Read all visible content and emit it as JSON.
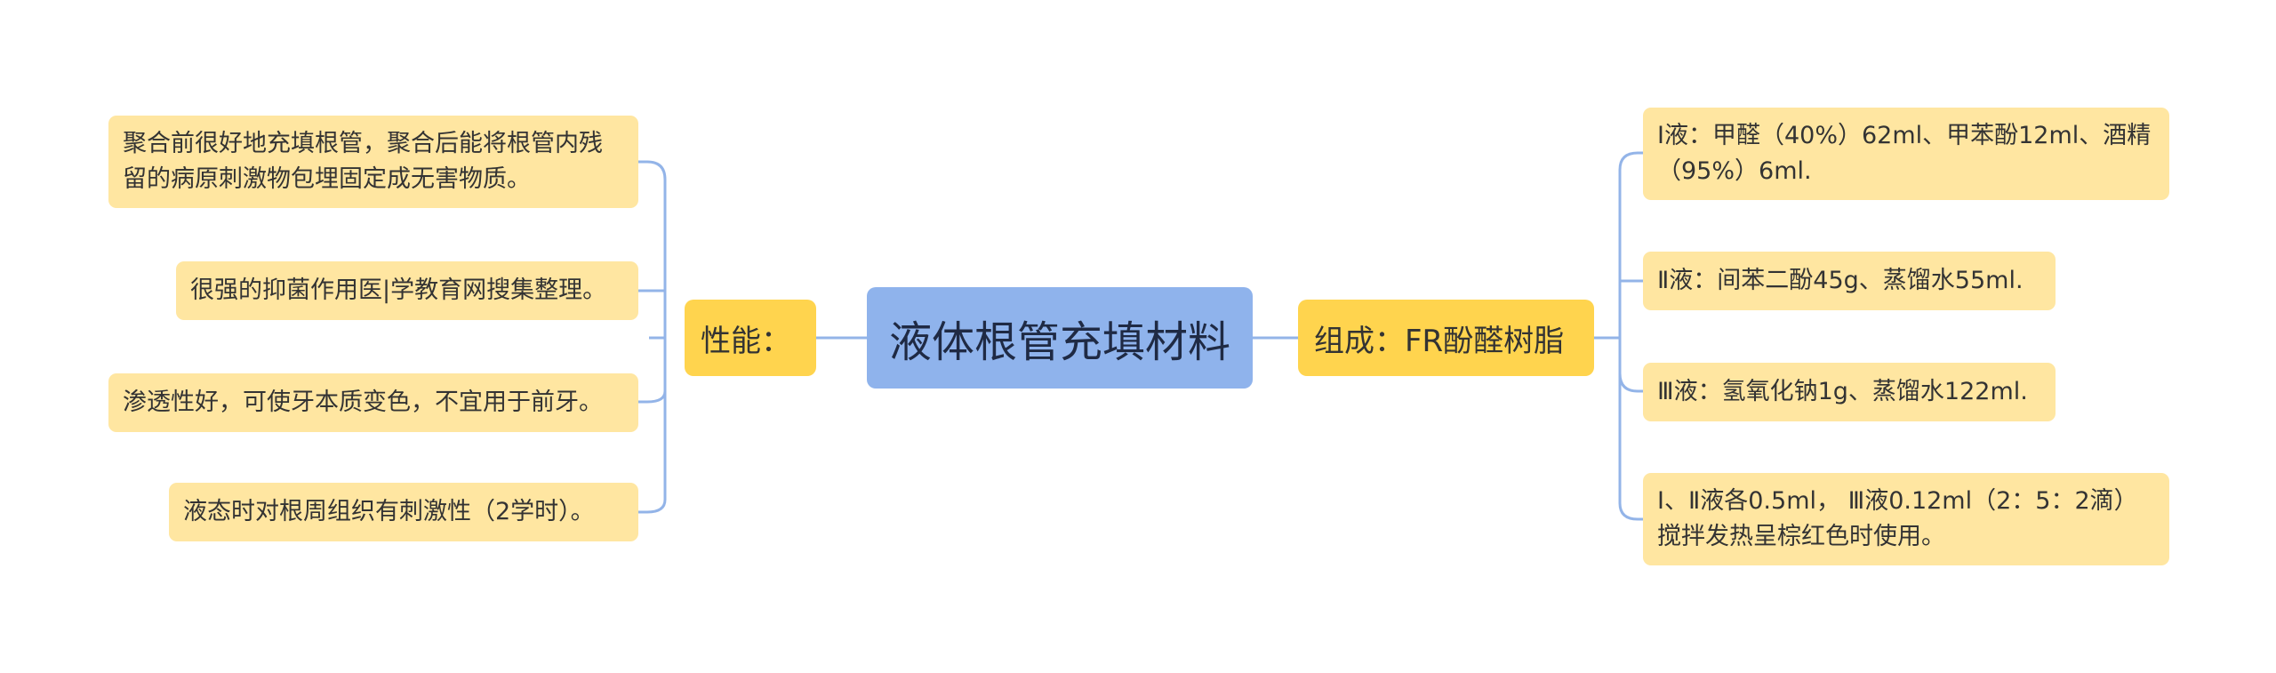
{
  "root": {
    "label": "液体根管充填材料"
  },
  "left_branch": {
    "label": "性能：",
    "children": [
      "聚合前很好地充填根管，聚合后能将根管内残留的病原刺激物包埋固定成无害物质。",
      "很强的抑菌作用医|学教育网搜集整理。",
      "渗透性好，可使牙本质变色，不宜用于前牙。",
      "液态时对根周组织有刺激性（2学时）。"
    ]
  },
  "right_branch": {
    "label": "组成：FR酚醛树脂",
    "children": [
      "Ⅰ液：甲醛（40%）62ml、甲苯酚12ml、酒精（95%）6ml.",
      "Ⅱ液：间苯二酚45g、蒸馏水55ml.",
      "Ⅲ液：氢氧化钠1g、蒸馏水122ml.",
      "Ⅰ、Ⅱ液各0.5ml， Ⅲ液0.12ml（2：5：2滴）搅拌发热呈棕红色时使用。"
    ]
  },
  "colors": {
    "root": "#8fb3ec",
    "branch": "#ffd44e",
    "leaf": "#ffe6a1",
    "connector": "#93b4e8"
  }
}
